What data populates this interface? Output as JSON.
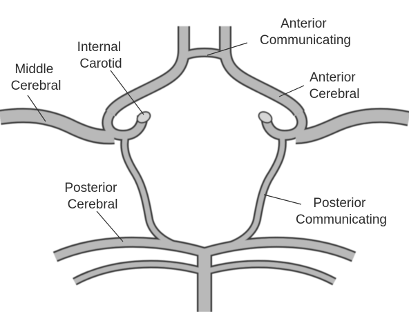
{
  "diagram": {
    "labels": {
      "anterior_communicating": [
        "Anterior",
        "Communicating"
      ],
      "internal_carotid": [
        "Internal",
        "Carotid"
      ],
      "middle_cerebral": [
        "Middle",
        "Cerebral"
      ],
      "anterior_cerebral": [
        "Anterior",
        "Cerebral"
      ],
      "posterior_cerebral": [
        "Posterior",
        "Cerebral"
      ],
      "posterior_communicating": [
        "Posterior",
        "Communicating"
      ]
    },
    "colors": {
      "vessel_fill": "#b9b9b9",
      "vessel_outline": "#3a3a3a",
      "text": "#2b2b2b",
      "background": "#ffffff"
    }
  }
}
